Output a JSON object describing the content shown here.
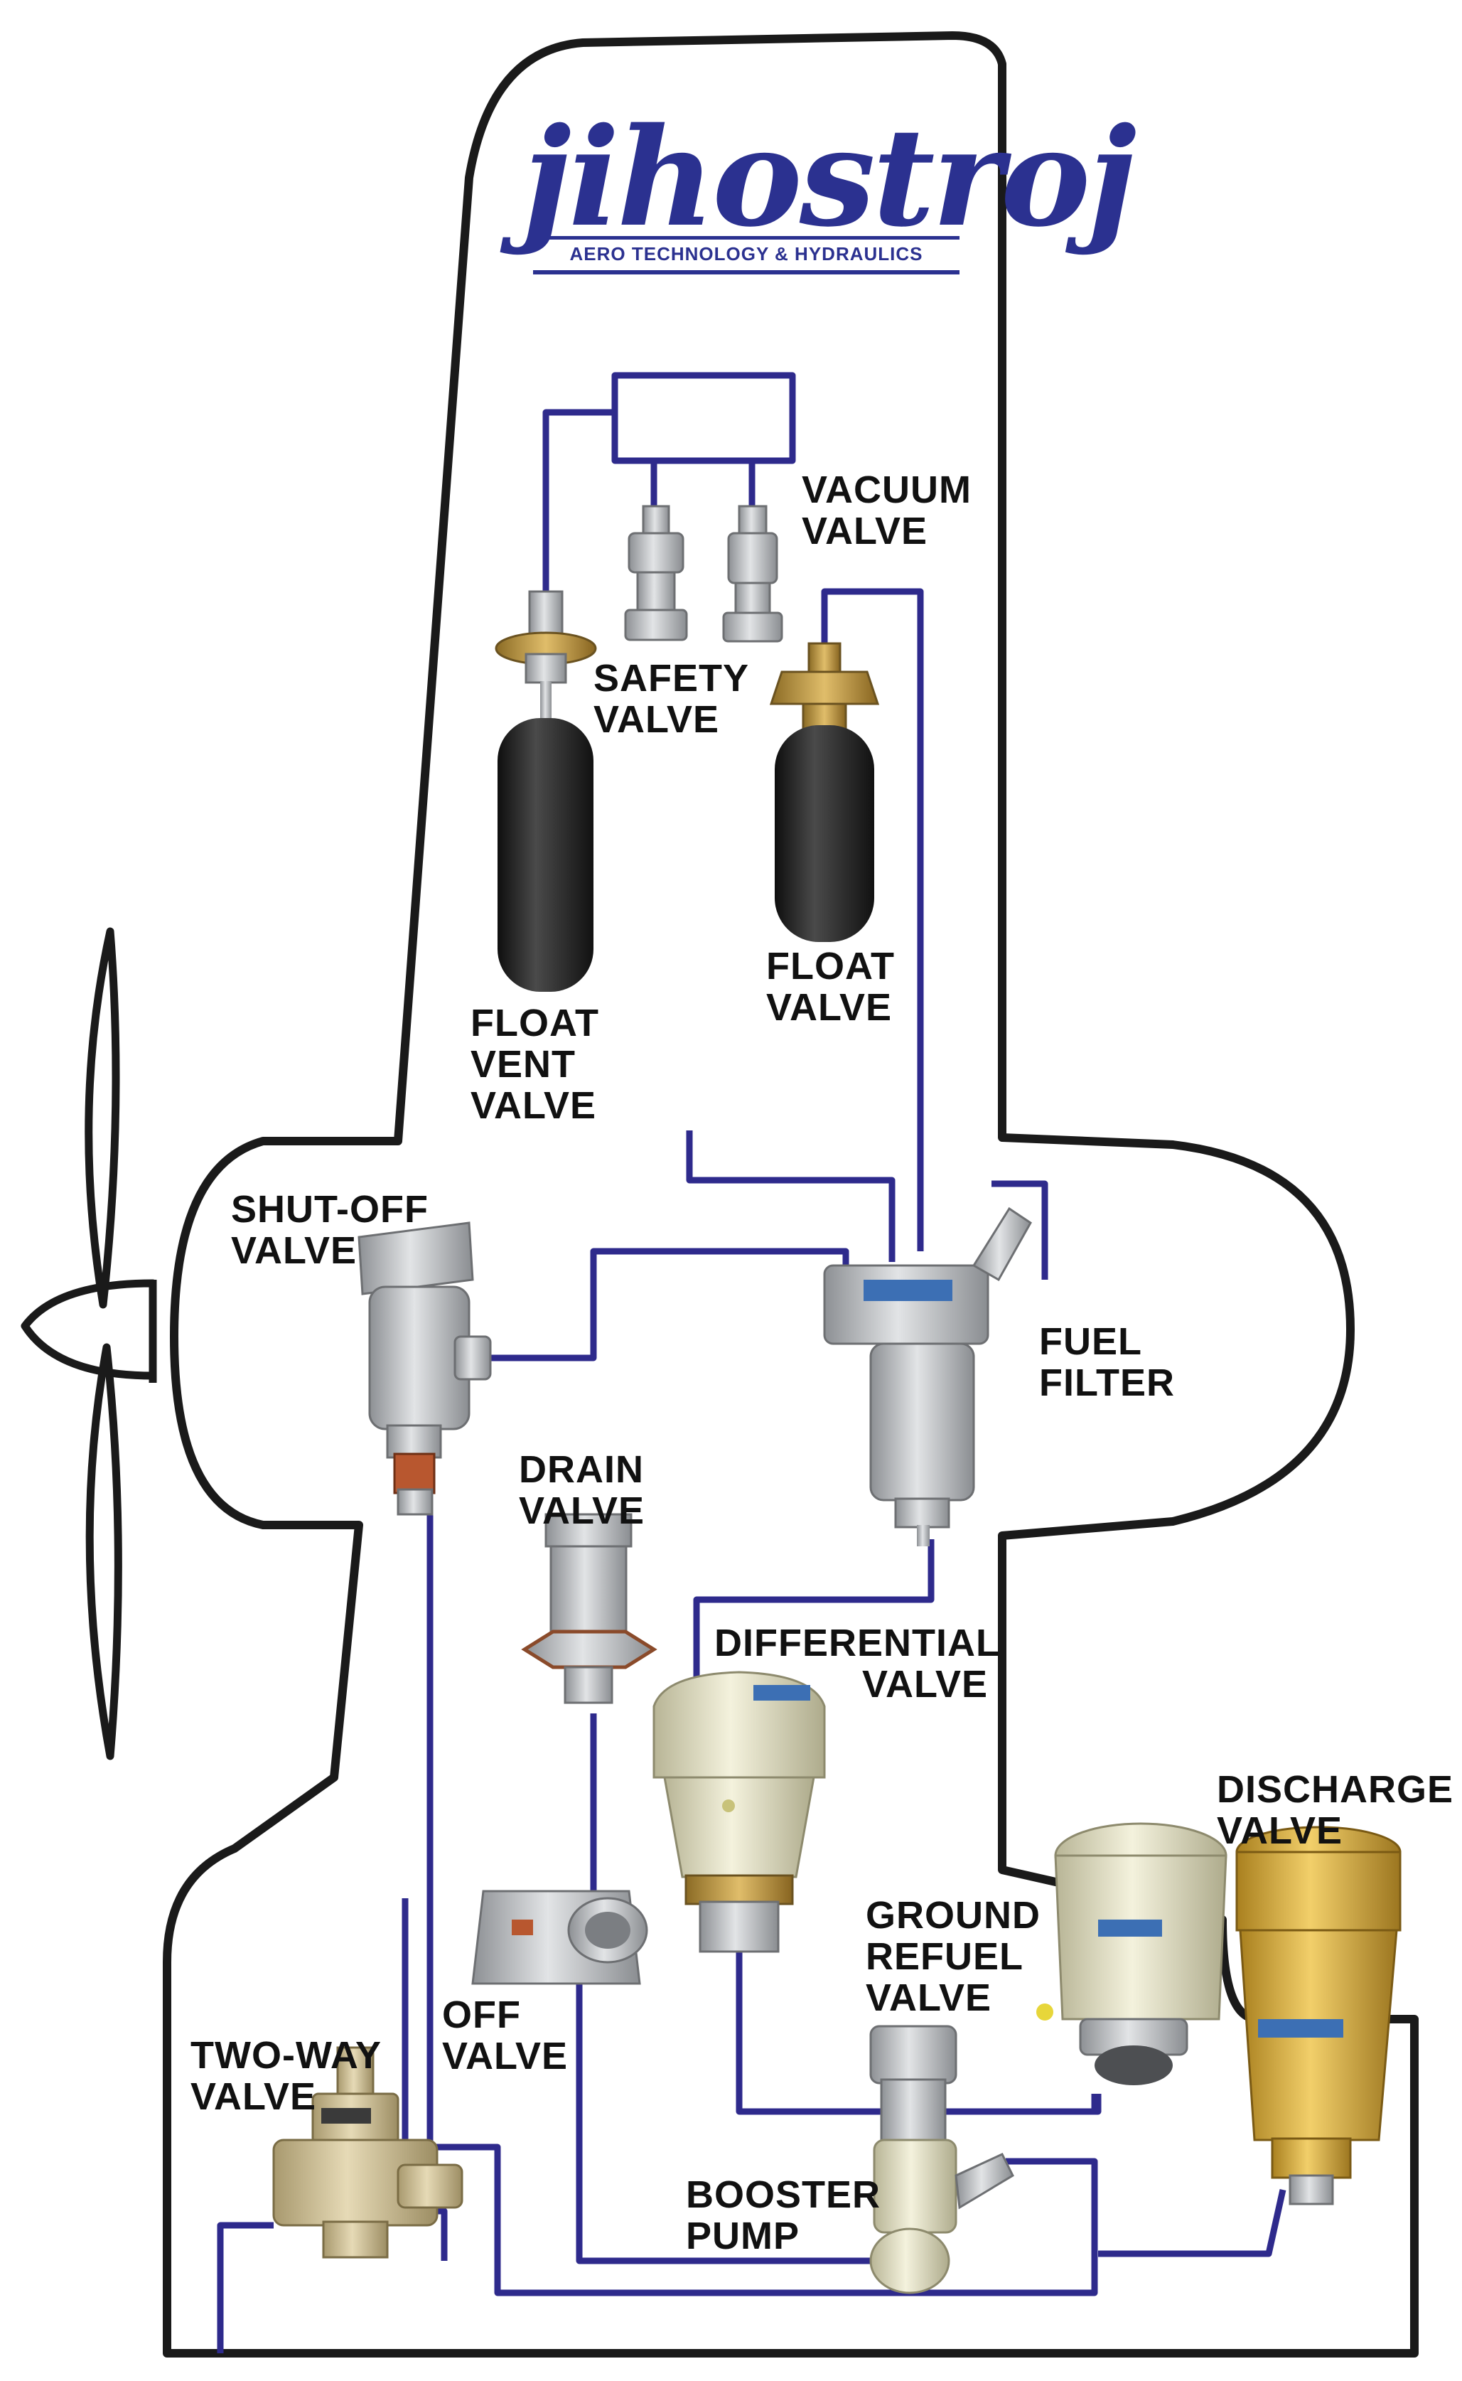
{
  "logo": {
    "wordmark": "jihostroj",
    "tagline": "AERO TECHNOLOGY & HYDRAULICS",
    "color": "#2b3190"
  },
  "colors": {
    "outline": "#1a1a1a",
    "fuel_line": "#2e2a8c",
    "aluminium": "#b9bcc0",
    "rubber": "#222222",
    "brass": "#c9a24a",
    "gold": "#d7ac3c",
    "cream": "#e7e4c8",
    "tan": "#cdbf98"
  },
  "labels": {
    "vacuum_valve": "VACUUM\nVALVE",
    "safety_valve": "SAFETY\nVALVE",
    "float_valve": "FLOAT\nVALVE",
    "float_vent_valve": "FLOAT\nVENT\nVALVE",
    "shut_off_valve": "SHUT-OFF\nVALVE",
    "fuel_filter": "FUEL\nFILTER",
    "drain_valve": "DRAIN\nVALVE",
    "differential_valve": "DIFFERENTIAL\nVALVE",
    "discharge_valve": "DISCHARGE\nVALVE",
    "ground_refuel_valve": "GROUND\nREFUEL\nVALVE",
    "off_valve": "OFF\nVALVE",
    "two_way_valve": "TWO-WAY\nVALVE",
    "booster_pump": "BOOSTER\nPUMP"
  }
}
